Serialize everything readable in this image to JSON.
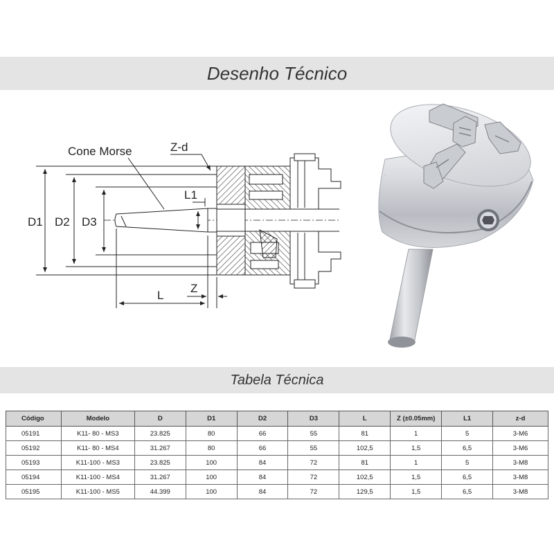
{
  "titles": {
    "drawing": "Desenho Técnico",
    "table": "Tabela Técnica"
  },
  "drawing_labels": {
    "cone": "Cone Morse",
    "zd": "Z-d",
    "l1": "L1",
    "d1": "D1",
    "d2": "D2",
    "d3": "D3",
    "l": "L",
    "z": "Z"
  },
  "table": {
    "headers": [
      "Código",
      "Modelo",
      "D",
      "D1",
      "D2",
      "D3",
      "L",
      "Z (±0.05mm)",
      "L1",
      "z-d"
    ],
    "rows": [
      [
        "05191",
        "K11- 80 - MS3",
        "23.825",
        "80",
        "66",
        "55",
        "81",
        "1",
        "5",
        "3-M6"
      ],
      [
        "05192",
        "K11- 80 - MS4",
        "31.267",
        "80",
        "66",
        "55",
        "102,5",
        "1,5",
        "6,5",
        "3-M6"
      ],
      [
        "05193",
        "K11-100 - MS3",
        "23.825",
        "100",
        "84",
        "72",
        "81",
        "1",
        "5",
        "3-M8"
      ],
      [
        "05194",
        "K11-100 - MS4",
        "31.267",
        "100",
        "84",
        "72",
        "102,5",
        "1,5",
        "6,5",
        "3-M8"
      ],
      [
        "05195",
        "K11-100 - MS5",
        "44.399",
        "100",
        "84",
        "72",
        "129,5",
        "1,5",
        "6,5",
        "3-M8"
      ]
    ]
  }
}
